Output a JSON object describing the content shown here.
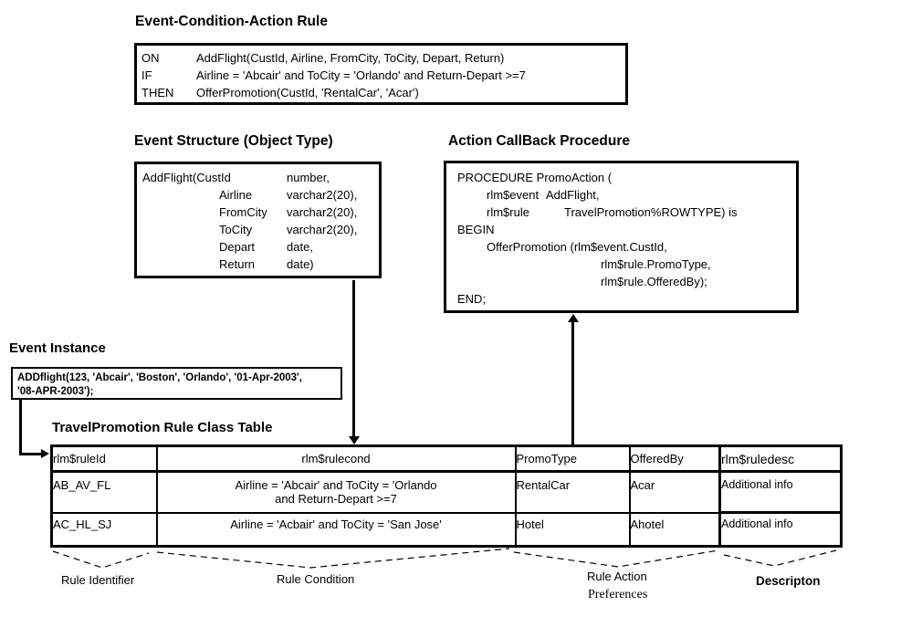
{
  "eca_rule": {
    "title": "Event-Condition-Action Rule",
    "rows": [
      {
        "keyword": "ON",
        "text": "AddFlight(CustId, Airline, FromCity, ToCity, Depart, Return)"
      },
      {
        "keyword": "IF",
        "text": "Airline = 'Abcair' and ToCity = 'Orlando' and Return-Depart >=7"
      },
      {
        "keyword": "THEN",
        "text": "OfferPromotion(CustId, 'RentalCar', 'Acar')"
      }
    ]
  },
  "event_structure": {
    "title": "Event Structure (Object Type)",
    "fields": [
      {
        "name": "AddFlight(CustId",
        "type": "number,"
      },
      {
        "name": "Airline",
        "type": "varchar2(20),"
      },
      {
        "name": "FromCity",
        "type": "varchar2(20),"
      },
      {
        "name": "ToCity",
        "type": "varchar2(20),"
      },
      {
        "name": "Depart",
        "type": "date,"
      },
      {
        "name": "Return",
        "type": "date)"
      }
    ]
  },
  "action_procedure": {
    "title": "Action CallBack Procedure",
    "line1": "PROCEDURE PromoAction (",
    "decl1": {
      "name": "rlm$event",
      "type": "AddFlight,"
    },
    "decl2": {
      "name": "rlm$rule",
      "type": "TravelPromotion%ROWTYPE) is"
    },
    "line4": "BEGIN",
    "line5": "OfferPromotion (rlm$event.CustId,",
    "line6": "rlm$rule.PromoType,",
    "line7": "rlm$rule.OfferedBy);",
    "line8": "END;"
  },
  "event_instance": {
    "title": "Event Instance",
    "code_line1": "ADDflight(123, 'Abcair', 'Boston', 'Orlando', '01-Apr-2003',",
    "code_line2": "'08-APR-2003');"
  },
  "rule_table": {
    "title": "TravelPromotion Rule Class Table",
    "columns": [
      "rlm$ruleId",
      "rlm$rulecond",
      "PromoType",
      "OfferedBy",
      "rlm$ruledesc"
    ],
    "rows": [
      {
        "id": "AB_AV_FL",
        "cond_line1": "Airline = 'Abcair' and ToCity = 'Orlando",
        "cond_line2": "and Return-Depart >=7",
        "promo": "RentalCar",
        "offered": "Acar",
        "desc": "Additional info"
      },
      {
        "id": "AC_HL_SJ",
        "cond_line1": "Airline = 'Acbair' and ToCity = 'San Jose'",
        "cond_line2": "",
        "promo": "Hotel",
        "offered": "Ahotel",
        "desc": "Additional info"
      }
    ]
  },
  "annotations": {
    "rule_identifier": "Rule Identifier",
    "rule_condition": "Rule Condition",
    "rule_action_line1": "Rule Action",
    "rule_action_line2": "Preferences",
    "description": "Descripton"
  },
  "colors": {
    "foreground": "#000000",
    "background": "#ffffff"
  }
}
